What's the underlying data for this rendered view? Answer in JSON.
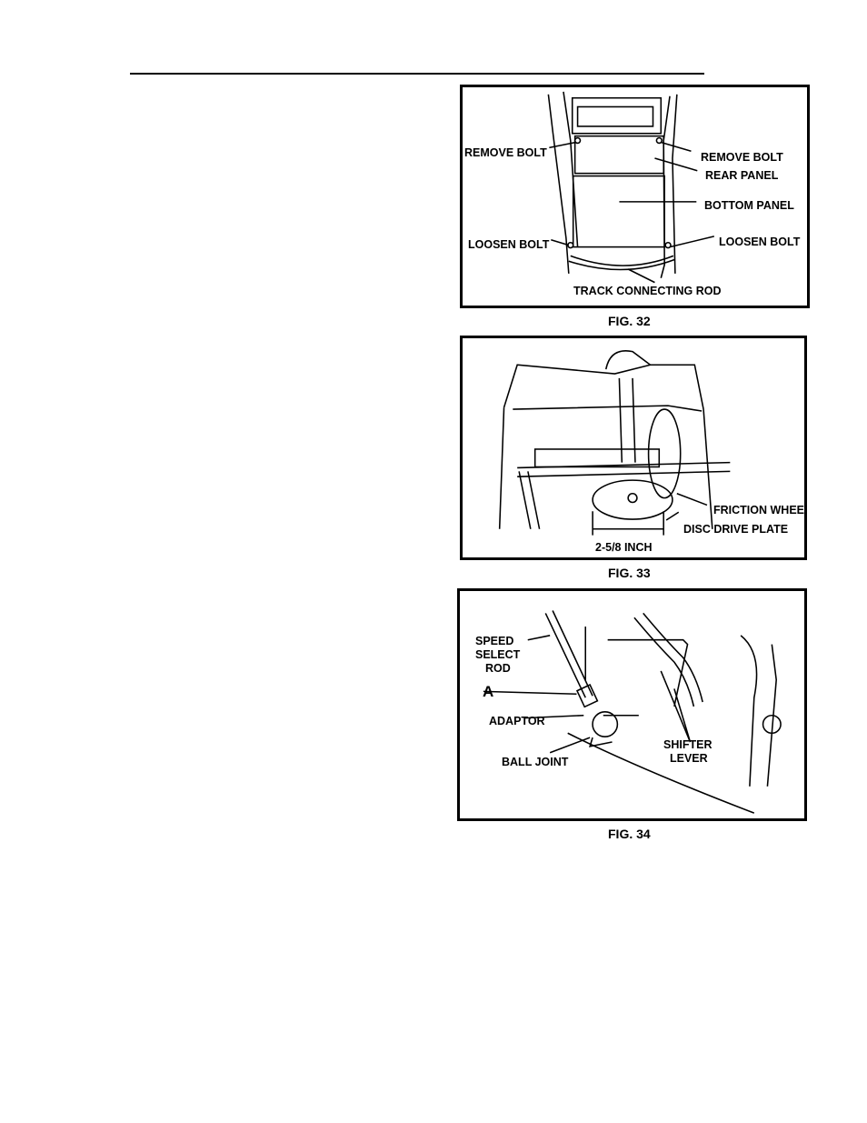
{
  "fig32": {
    "caption": "FIG. 32",
    "labels": {
      "remove_bolt_left": "REMOVE BOLT",
      "remove_bolt_right": "REMOVE BOLT",
      "rear_panel": "REAR PANEL",
      "bottom_panel": "BOTTOM PANEL",
      "loosen_bolt_left": "LOOSEN BOLT",
      "loosen_bolt_right": "LOOSEN BOLT",
      "track_connecting_rod": "TRACK CONNECTING ROD"
    }
  },
  "fig33": {
    "caption": "FIG. 33",
    "labels": {
      "friction_wheel": "FRICTION WHEEL",
      "disc_drive_plate": "DISC DRIVE PLATE",
      "dimension": "2-5/8 INCH"
    }
  },
  "fig34": {
    "caption": "FIG. 34",
    "labels": {
      "speed_select_rod_1": "SPEED",
      "speed_select_rod_2": "SELECT",
      "speed_select_rod_3": "ROD",
      "a": "A",
      "adaptor": "ADAPTOR",
      "ball_joint": "BALL JOINT",
      "shifter_lever_1": "SHIFTER",
      "shifter_lever_2": "LEVER"
    }
  }
}
